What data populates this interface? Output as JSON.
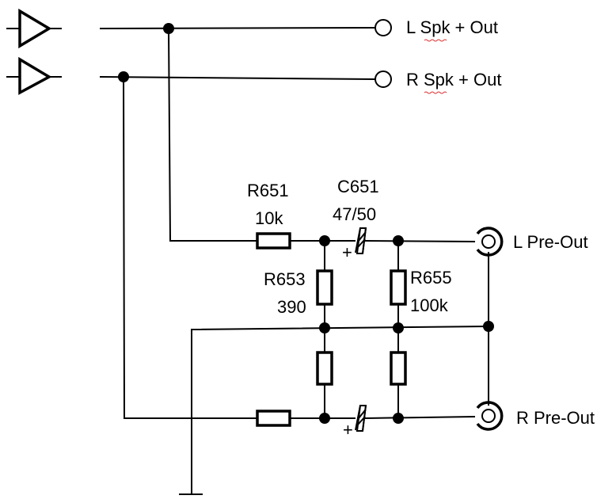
{
  "outputs": {
    "l_spk": "L Spk + Out",
    "r_spk": "R Spk + Out",
    "l_pre": "L Pre-Out",
    "r_pre": "R Pre-Out"
  },
  "components": {
    "r651_name": "R651",
    "r651_value": "10k",
    "c651_name": "C651",
    "c651_value": "47/50",
    "r653_name": "R653",
    "r653_value": "390",
    "r655_name": "R655",
    "r655_value": "100k",
    "polarity": "+"
  }
}
